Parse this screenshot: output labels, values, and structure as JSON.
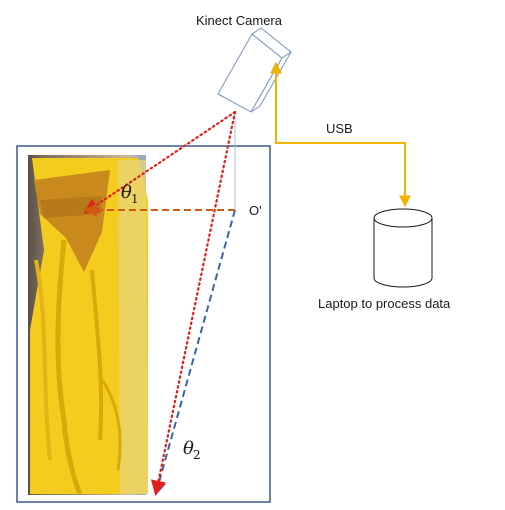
{
  "labels": {
    "camera": "Kinect Camera",
    "usb": "USB",
    "laptop": "Laptop to process data",
    "origin": "O'",
    "theta_symbol": "θ",
    "theta1_sub": "1",
    "theta2_sub": "2"
  },
  "icons": {
    "camera": "kinect-camera-icon",
    "laptop": "cylinder-icon",
    "photo": "yellow-garment-photo"
  },
  "colors": {
    "frame": "#3a5a8c",
    "camera_stroke": "#7a95c0",
    "usb": "#f2b200",
    "red_ray": "#e0201c",
    "orange_ray": "#d05a12",
    "blue_ray": "#3a64a8",
    "garment": "#f4cc1e",
    "garment_shadow": "#d9a90a",
    "collar": "#c9891c",
    "photo_bg_left": "#5a5048",
    "photo_bg_right": "#8fa9c6"
  }
}
